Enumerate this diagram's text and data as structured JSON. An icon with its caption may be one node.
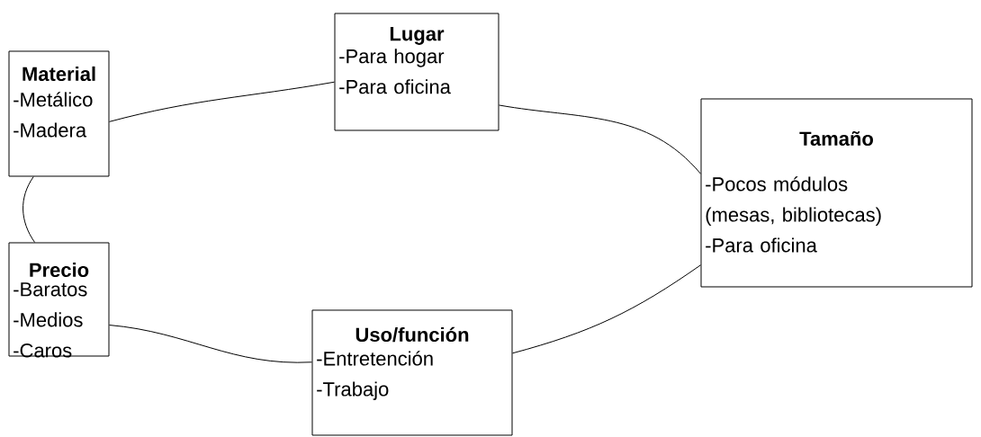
{
  "diagram": {
    "nodes": [
      {
        "text": [
          "Material",
          "-Metálico",
          "-Madera"
        ]
      },
      {
        "text": [
          "Lugar",
          "-Para hogar",
          "-Para oficina"
        ]
      },
      {
        "text": [
          "Tamaño",
          "-Pocos módulos (mesas, bibliotecas)",
          "-Para oficina"
        ]
      },
      {
        "text": [
          "Precio",
          "-Baratos",
          "-Medios",
          "-Caros"
        ]
      },
      {
        "text": [
          "Uso/función",
          "-Entretención",
          "-Trabajo"
        ]
      }
    ],
    "edges": [
      {
        "from": 0,
        "to": 1,
        "arrow": "none"
      },
      {
        "from": 1,
        "to": 2,
        "arrow": "none"
      },
      {
        "from": 2,
        "to": 4,
        "arrow": "none"
      },
      {
        "from": 4,
        "to": 3,
        "arrow": "none"
      },
      {
        "from": 3,
        "to": 0,
        "arrow": "none"
      }
    ]
  }
}
